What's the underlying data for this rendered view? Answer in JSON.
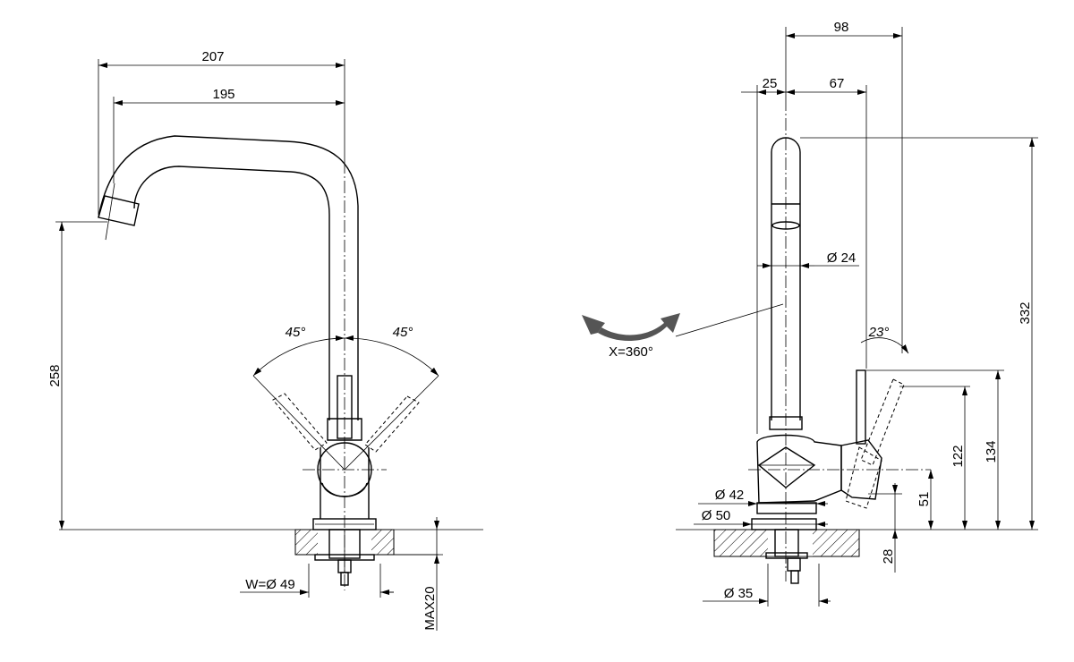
{
  "diagram": {
    "front_view": {
      "dimensions": {
        "total_reach": "207",
        "spout_reach": "195",
        "outlet_height": "258",
        "lever_angle_left": "45°",
        "lever_angle_right": "45°",
        "hole_diameter": "W=Ø 49",
        "max_thickness": "MAX20"
      }
    },
    "side_view": {
      "dimensions": {
        "overall_depth": "98",
        "rear_offset": "25",
        "lever_offset": "67",
        "spout_diameter": "Ø 24",
        "swivel": "X=360°",
        "lever_tilt": "23°",
        "total_height": "332",
        "lever_top_height": "134",
        "lever_tilted_height": "122",
        "axis_height": "51",
        "base_diameter_top": "Ø 42",
        "base_diameter_bottom": "Ø 50",
        "shank_diameter": "Ø 35",
        "shank_length": "28"
      }
    }
  }
}
